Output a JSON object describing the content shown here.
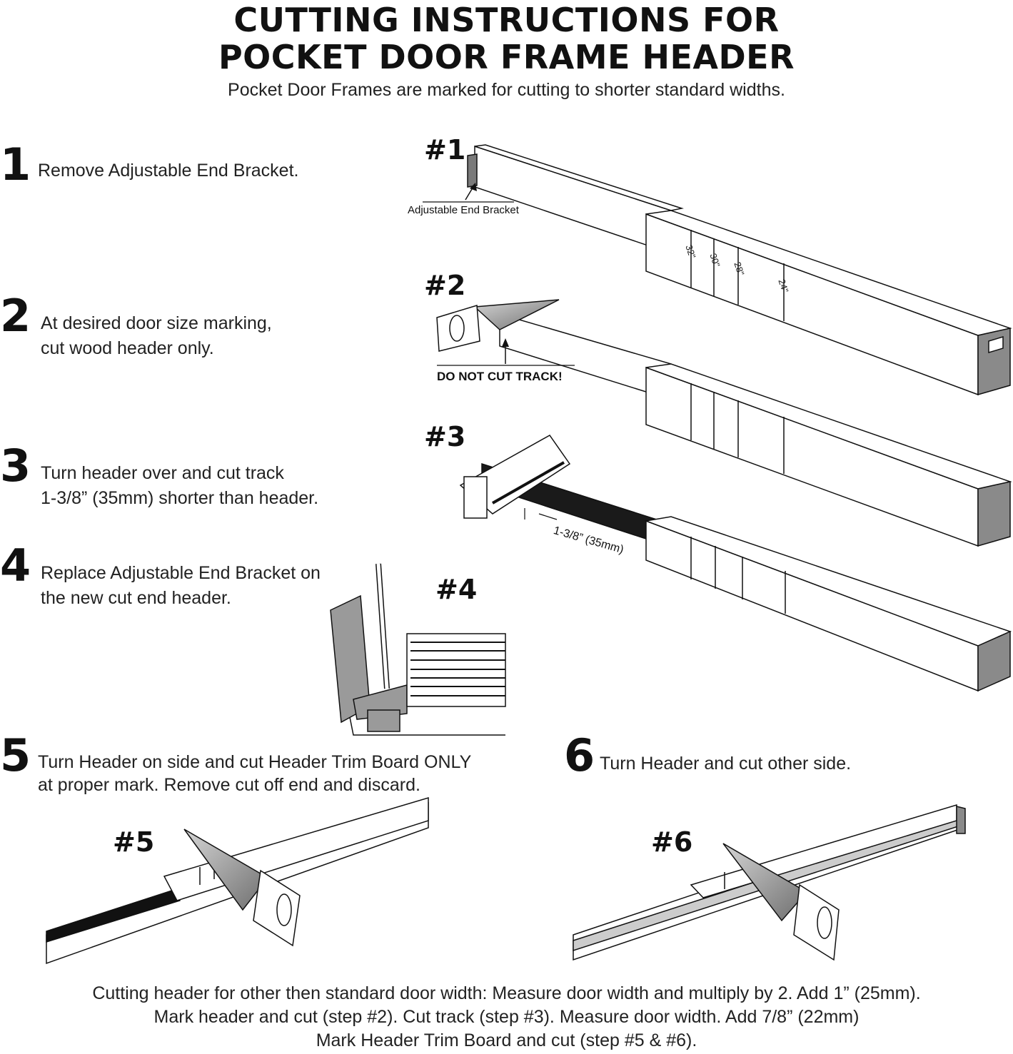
{
  "header": {
    "title_line1": "CUTTING INSTRUCTIONS FOR",
    "title_line2": "POCKET DOOR FRAME HEADER",
    "subtitle": "Pocket Door Frames are marked for cutting to shorter standard widths."
  },
  "steps": [
    {
      "number": "1",
      "lines": [
        "Remove Adjustable End Bracket."
      ]
    },
    {
      "number": "2",
      "lines": [
        "At desired door size marking,",
        "cut wood header only."
      ]
    },
    {
      "number": "3",
      "lines": [
        "Turn header over and cut track",
        "1-3/8” (35mm) shorter than header."
      ]
    },
    {
      "number": "4",
      "lines": [
        "Replace Adjustable End Bracket on",
        "the new cut end header."
      ]
    },
    {
      "number": "5",
      "lines": [
        "Turn Header on side and cut Header Trim Board ONLY",
        "at proper mark. Remove cut off end and discard."
      ]
    },
    {
      "number": "6",
      "lines": [
        "Turn Header and cut other side."
      ]
    }
  ],
  "figures": {
    "fig1": "#1",
    "fig2": "#2",
    "fig3": "#3",
    "fig4": "#4",
    "fig5": "#5",
    "fig6": "#6",
    "callout_bracket": "Adjustable End Bracket",
    "callout_track": "DO NOT CUT TRACK!",
    "callout_dimension": "1-3/8” (35mm)",
    "marks": [
      "32\"",
      "30\"",
      "28\"",
      "24\""
    ]
  },
  "footer": {
    "lines": [
      "Cutting header for other then standard door width: Measure door width and multiply by 2. Add 1” (25mm).",
      "Mark header and cut (step #2). Cut track (step #3). Measure door width. Add 7/8” (22mm)",
      "Mark Header Trim Board and cut (step #5 & #6)."
    ]
  },
  "colors": {
    "ink": "#111111",
    "wood": "#ffffff",
    "bracket": "#8a8a8a",
    "track": "#1a1a1a",
    "blade": "#9a9a9a"
  }
}
